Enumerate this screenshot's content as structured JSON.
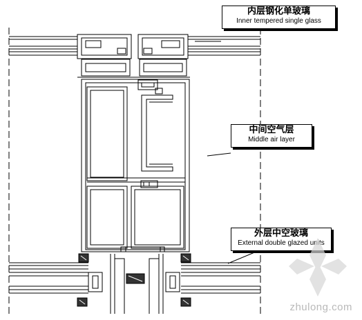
{
  "labels": {
    "inner": {
      "zh": "内层钢化单玻璃",
      "en": "Inner tempered single glass"
    },
    "middle": {
      "zh": "中间空气层",
      "en": "Middle air layer"
    },
    "outer": {
      "zh": "外层中空玻璃",
      "en": "External double glazed units"
    }
  },
  "watermark": {
    "text": "zhulong.com"
  },
  "colors": {
    "line": "#000000",
    "seal": "#333333",
    "watermark": "#b9b9b9"
  }
}
